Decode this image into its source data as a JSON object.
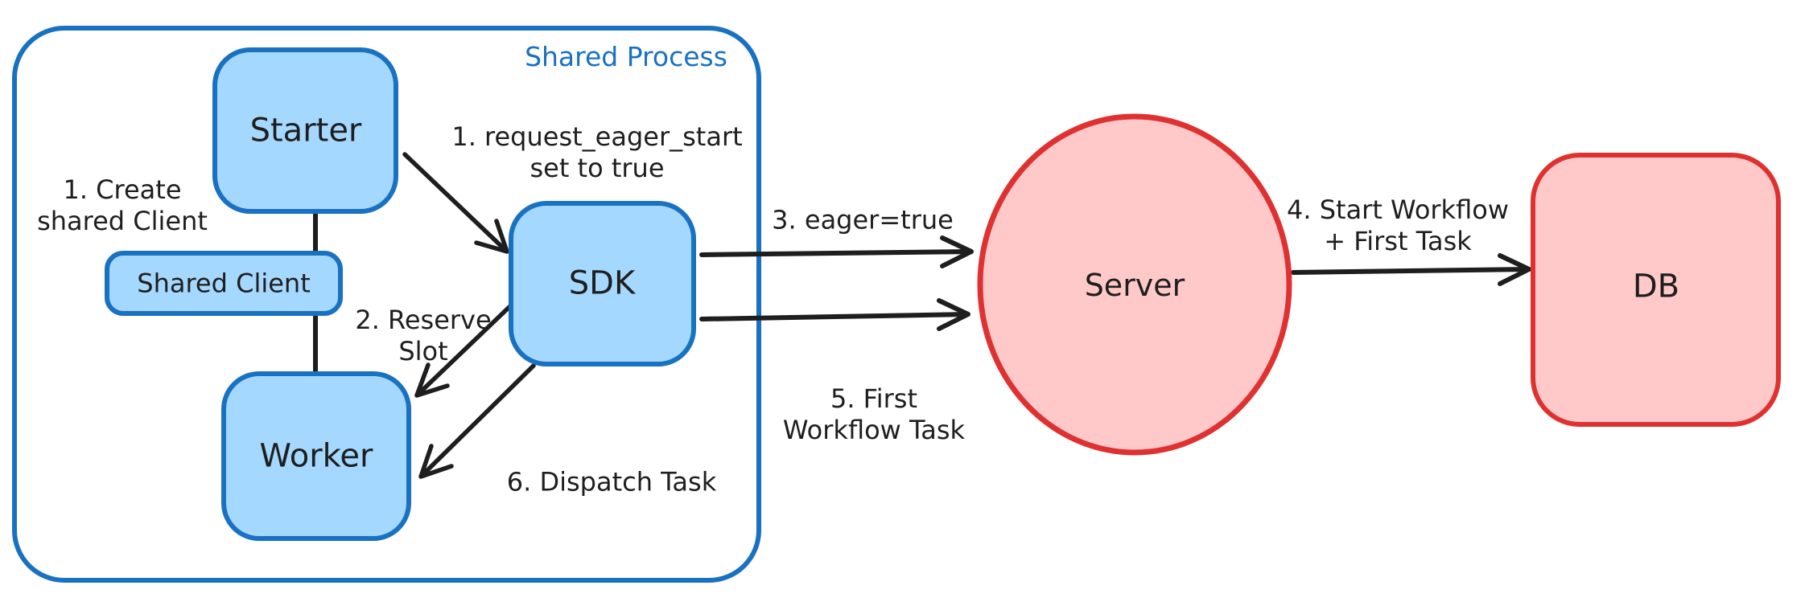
{
  "diagram": {
    "title": "Shared Process",
    "colors": {
      "blue_stroke": "#1971c2",
      "blue_fill": "#a5d8ff",
      "red_stroke": "#e03131",
      "red_fill": "#ffc9c9",
      "text": "#1e1e1e",
      "background": "#ffffff"
    },
    "nodes": {
      "starter": {
        "label": "Starter"
      },
      "shared_client": {
        "label": "Shared Client"
      },
      "worker": {
        "label": "Worker"
      },
      "sdk": {
        "label": "SDK"
      },
      "server": {
        "label": "Server"
      },
      "db": {
        "label": "DB"
      }
    },
    "annotations": {
      "create_shared_client": {
        "line1": "1. Create",
        "line2": "shared Client"
      },
      "request_eager_start": {
        "line1": "1. request_eager_start",
        "line2": "set to true"
      },
      "reserve_slot": {
        "line1": "2. Reserve",
        "line2": "Slot"
      },
      "eager_true": {
        "text": "3. eager=true"
      },
      "start_workflow": {
        "line1": "4. Start Workflow",
        "line2": "+ First Task"
      },
      "first_workflow_task": {
        "line1": "5. First",
        "line2": "Workflow Task"
      },
      "dispatch_task": {
        "text": "6. Dispatch Task"
      }
    }
  }
}
